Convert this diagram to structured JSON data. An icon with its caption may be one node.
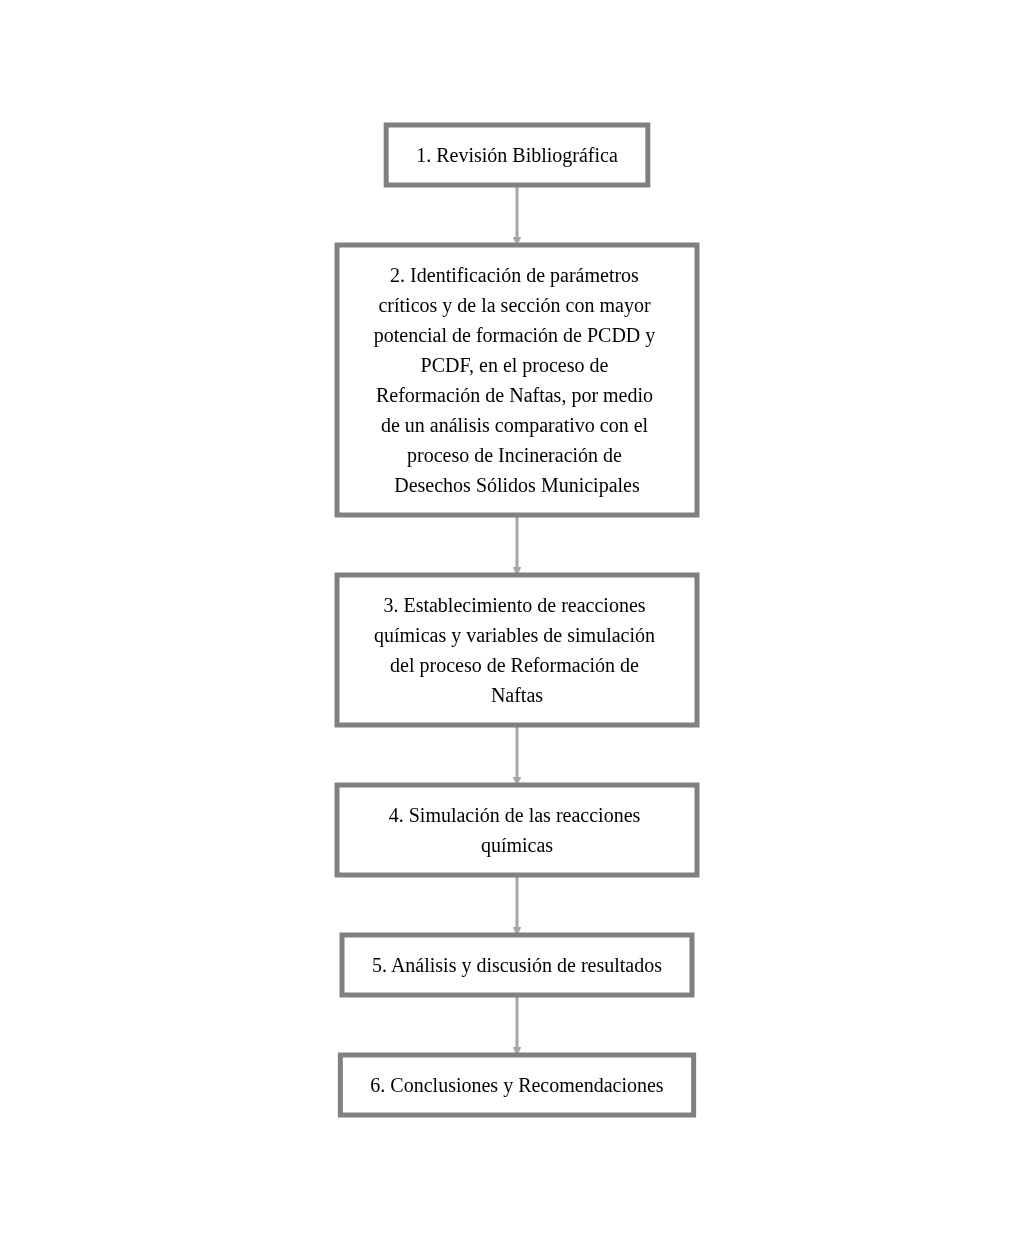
{
  "diagram": {
    "nodes": [
      {
        "text": [
          "1. Revisión Bibliográfica"
        ]
      },
      {
        "text": [
          "2. Identificación de parámetros críticos y de la sección con mayor potencial de formación de PCDD y PCDF, en el proceso de Reformación de Naftas, por medio de un análisis comparativo con el proceso de Incineración de Desechos Sólidos Municipales"
        ]
      },
      {
        "text": [
          "3. Establecimiento de reacciones químicas y variables de simulación del proceso de Reformación de Naftas"
        ]
      },
      {
        "text": [
          "4. Simulación de las reacciones químicas"
        ]
      },
      {
        "text": [
          "5. Análisis y discusión de resultados"
        ]
      },
      {
        "text": [
          "6. Conclusiones y Recomendaciones"
        ]
      }
    ],
    "edges": [
      {
        "from": 0,
        "to": 1,
        "arrow": "to"
      },
      {
        "from": 1,
        "to": 2,
        "arrow": "to"
      },
      {
        "from": 2,
        "to": 3,
        "arrow": "to"
      },
      {
        "from": 3,
        "to": 4,
        "arrow": "to"
      },
      {
        "from": 4,
        "to": 5,
        "arrow": "to"
      }
    ]
  }
}
